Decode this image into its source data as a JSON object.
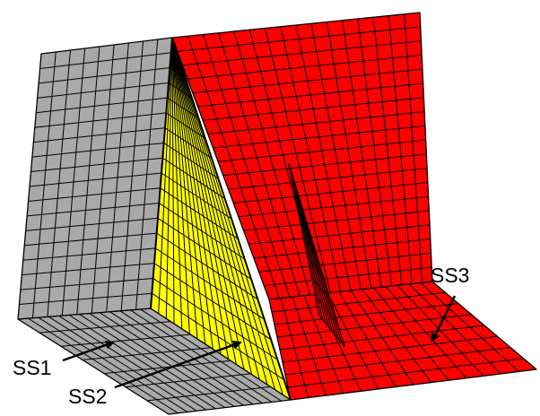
{
  "labels": {
    "ss1": "SS1",
    "ss2": "SS2",
    "ss3": "SS3"
  },
  "colors": {
    "ss1_surface": "#a9a9a9",
    "ss2_surface": "#ffff00",
    "ss3_surface": "#ff0000",
    "mesh_lines": "#000000",
    "background": "#ffffff"
  }
}
